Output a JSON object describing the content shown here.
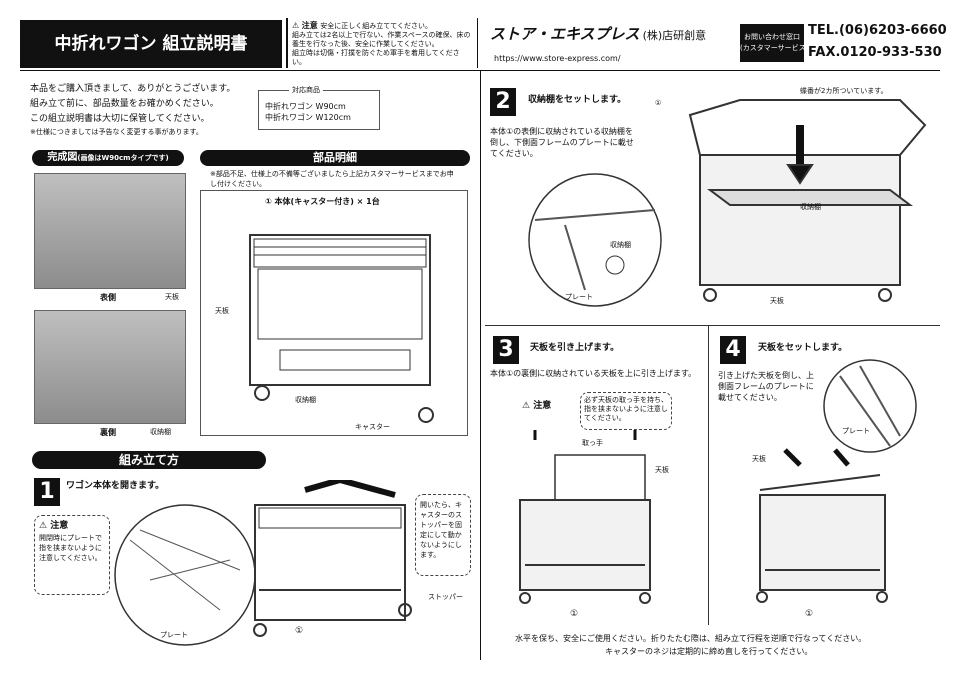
{
  "header": {
    "title": "中折れワゴン 組立説明書",
    "caution_title": "注意",
    "caution_sub": "安全に正しく組み立ててください。",
    "caution_1": "組み立ては2名以上で行ない、作業スペースの確保、床の養生を行なった後、安全に作業してください。",
    "caution_2": "組立時は切傷・打撲を防ぐため軍手を着用してください。",
    "brand": "ストア・エキスプレス",
    "company": "(株)店研創意",
    "url": "https://www.store-express.com/",
    "contact_1": "お問い合わせ窓口",
    "contact_2": "(カスタマーサービス)",
    "tel": "TEL.(06)6203-6660",
    "fax": "FAX.0120-933-530"
  },
  "intro": {
    "line1": "本品をご購入頂きまして、ありがとうございます。",
    "line2": "組み立て前に、部品数量をお確かめください。",
    "line3": "この組立説明書は大切に保管してください。",
    "note": "※仕様につきましては予告なく変更する事があります。",
    "products_title": "対応商品",
    "products": [
      "中折れワゴン W90cm",
      "中折れワゴン W120cm"
    ]
  },
  "completed": {
    "title": "完成図",
    "sub": "(画像はW90cmタイプです)",
    "front": "表側",
    "top": "天板",
    "back": "裏側",
    "shelf": "収納棚"
  },
  "parts": {
    "title": "部品明細",
    "note": "※部品不足、仕様上の不備等ございましたら上記カスタマーサービスまでお申し付けください。",
    "item": "① 本体(キャスター付き) × 1台",
    "top": "天板",
    "shelf": "収納棚",
    "caster": "キャスター"
  },
  "assembly_title": "組み立て方",
  "step1": {
    "num": "1",
    "title": "ワゴン本体を開きます。",
    "caution": "注意",
    "caution_text": "開閉時にプレートで指を挟まないように注意してください。",
    "plate": "プレート",
    "stopper": "ストッパー",
    "body": "①",
    "note": "開いたら、キャスターのストッパーを固定にして動かないようにします。"
  },
  "step2": {
    "num": "2",
    "title": "収納棚をセットします。",
    "text": "本体①の表側に収納されている収納棚を倒し、下側面フレームのプレートに載せてください。",
    "body": "①",
    "hinge": "蝶番が2カ所ついています。",
    "shelf": "収納棚",
    "top": "天板",
    "shelf2": "収納棚",
    "plate": "プレート"
  },
  "step3": {
    "num": "3",
    "title": "天板を引き上げます。",
    "text": "本体①の裏側に収納されている天板を上に引き上げます。",
    "caution": "注意",
    "caution_text": "必ず天板の取っ手を持ち、指を挟まないように注意してください。",
    "handle": "取っ手",
    "top": "天板",
    "body": "①"
  },
  "step4": {
    "num": "4",
    "title": "天板をセットします。",
    "text": "引き上げた天板を倒し、上側面フレームのプレートに載せてください。",
    "plate": "プレート",
    "top": "天板",
    "body": "①"
  },
  "footer": {
    "line1": "水平を保ち、安全にご使用ください。折りたたむ際は、組み立て行程を逆順で行なってください。",
    "line2": "キャスターのネジは定期的に締め直しを行ってください。"
  }
}
